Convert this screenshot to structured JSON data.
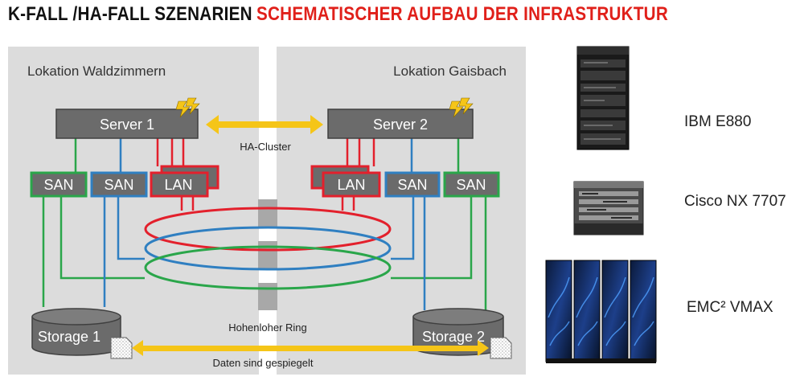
{
  "title": {
    "part1": "K-FALL /HA-FALL SZENARIEN",
    "part2": "SCHEMATISCHER AUFBAU DER INFRASTRUKTUR"
  },
  "diagram": {
    "left_location": "Lokation Waldzimmern",
    "right_location": "Lokation Gaisbach",
    "server1": "Server 1",
    "server2": "Server 2",
    "ha_cluster": "HA-Cluster",
    "san": "SAN",
    "lan": "LAN",
    "ring": "Hohenloher Ring",
    "storage1": "Storage 1",
    "storage2": "Storage 2",
    "mirror": "Daten sind gespiegelt"
  },
  "hardware": [
    {
      "label": "IBM E880",
      "icon": "server-rack-icon"
    },
    {
      "label": "Cisco NX 7707",
      "icon": "network-switch-icon"
    },
    {
      "label": "EMC² VMAX",
      "icon": "storage-array-icon"
    }
  ],
  "colors": {
    "panel": "#dcdcdc",
    "server": "#6b6b6b",
    "green": "#2aa64a",
    "blue": "#2f7fc1",
    "red": "#e3202c",
    "yellow": "#f5c518",
    "title_red": "#e0201a"
  }
}
